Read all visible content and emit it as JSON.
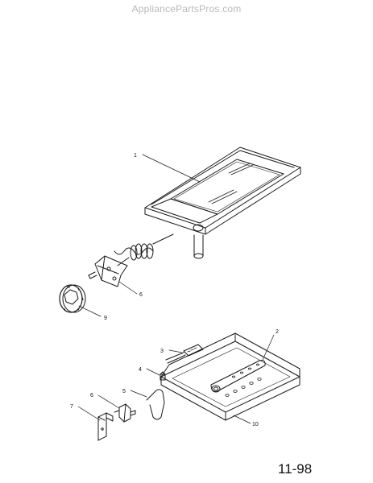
{
  "watermark": "AppliancePartsPros.com",
  "page_code": "11-98",
  "callouts": {
    "c1": "1",
    "c2": "2",
    "c3": "3",
    "c4": "4",
    "c5": "5",
    "c6a": "6",
    "c6b": "6",
    "c7": "7",
    "c9": "9",
    "c10": "10"
  },
  "parts": [
    {
      "callout": "1",
      "depiction": "griddle-plate"
    },
    {
      "callout": "2",
      "depiction": "burner"
    },
    {
      "callout": "3",
      "depiction": "igniter"
    },
    {
      "callout": "4",
      "depiction": "orifice"
    },
    {
      "callout": "5",
      "depiction": "wire-clip"
    },
    {
      "callout": "6",
      "depiction": "thermostat"
    },
    {
      "callout": "6",
      "depiction": "valve-connector"
    },
    {
      "callout": "7",
      "depiction": "bracket"
    },
    {
      "callout": "9",
      "depiction": "knob"
    },
    {
      "callout": "10",
      "depiction": "burner-box"
    }
  ]
}
